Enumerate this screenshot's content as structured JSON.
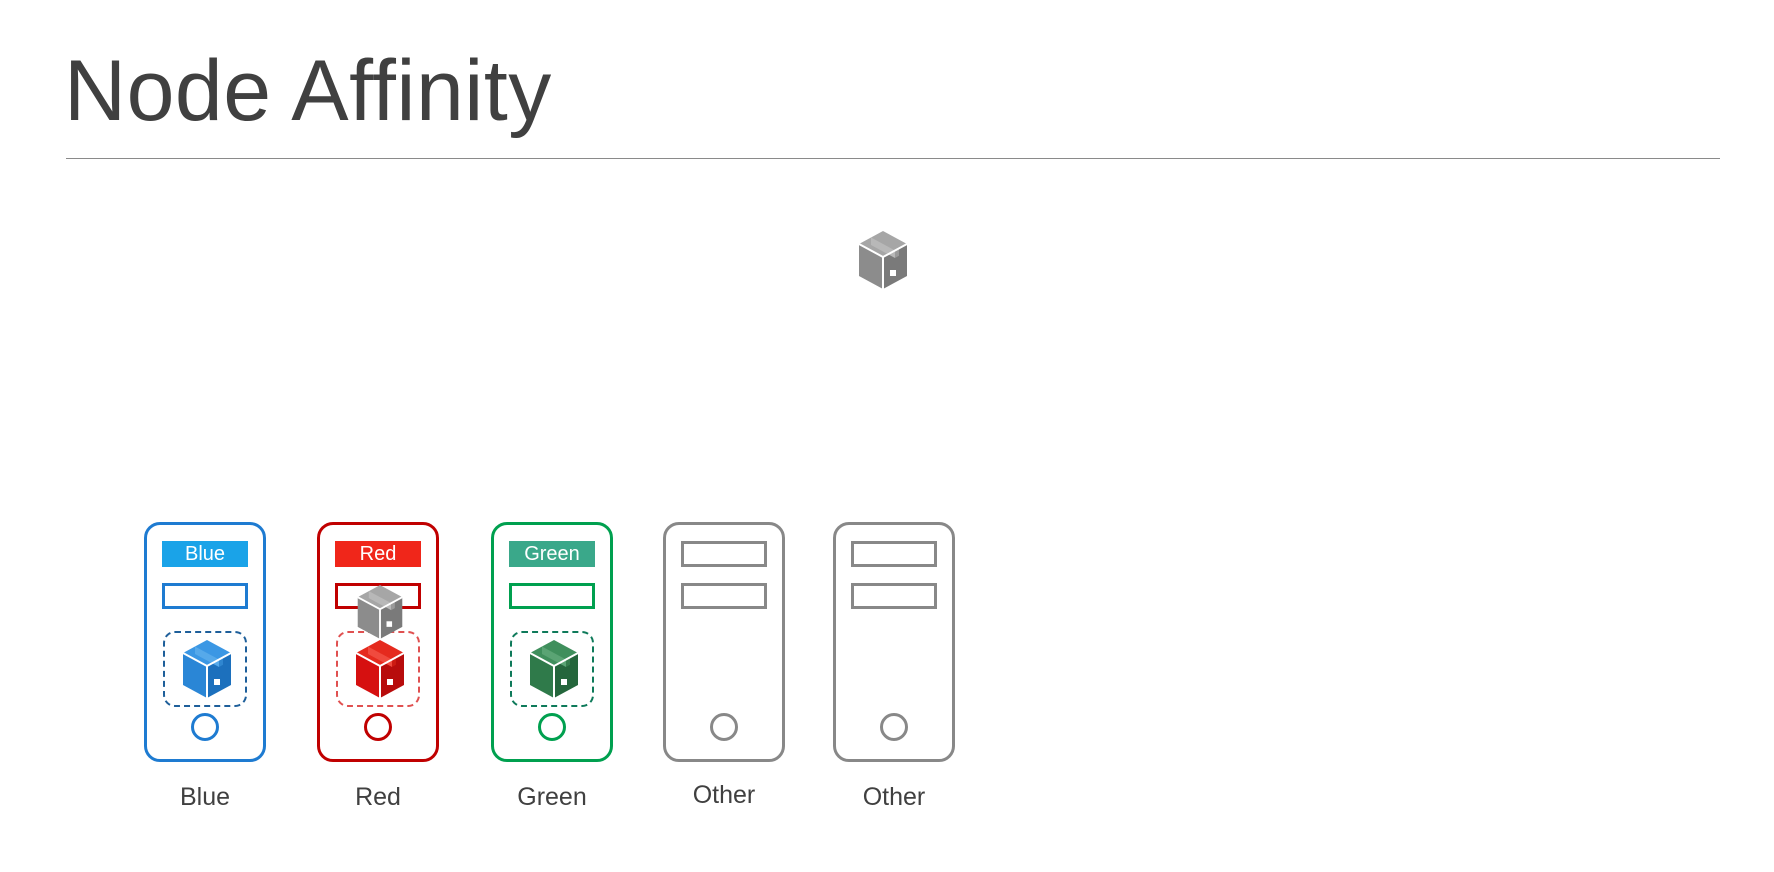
{
  "slide": {
    "title": "Node Affinity"
  },
  "pending_pod": {
    "icon": "package-icon",
    "color": "#888888"
  },
  "nodes": [
    {
      "caption": "Blue",
      "label_tag": "Blue",
      "accent_color": "#1e7bd1",
      "tag_color": "#1aa3e8",
      "pod_color": "#2a86d6",
      "has_pod": true,
      "icon": "server-icon"
    },
    {
      "caption": "Red",
      "label_tag": "Red",
      "accent_color": "#c00000",
      "tag_color": "#f0261a",
      "pod_color": "#d61010",
      "has_pod": true,
      "icon": "server-icon"
    },
    {
      "caption": "Green",
      "label_tag": "Green",
      "accent_color": "#00a04f",
      "tag_color": "#3aa88a",
      "pod_color": "#2f7a4a",
      "has_pod": true,
      "icon": "server-icon"
    },
    {
      "caption": "Other",
      "label_tag": "",
      "accent_color": "#888888",
      "has_pod": false,
      "icon": "server-icon"
    },
    {
      "caption": "Other",
      "label_tag": "",
      "accent_color": "#888888",
      "has_pod": false,
      "icon": "server-icon"
    }
  ],
  "placing_pod": {
    "target_node": "Red",
    "icon": "package-icon",
    "color": "#8a8a8a"
  }
}
